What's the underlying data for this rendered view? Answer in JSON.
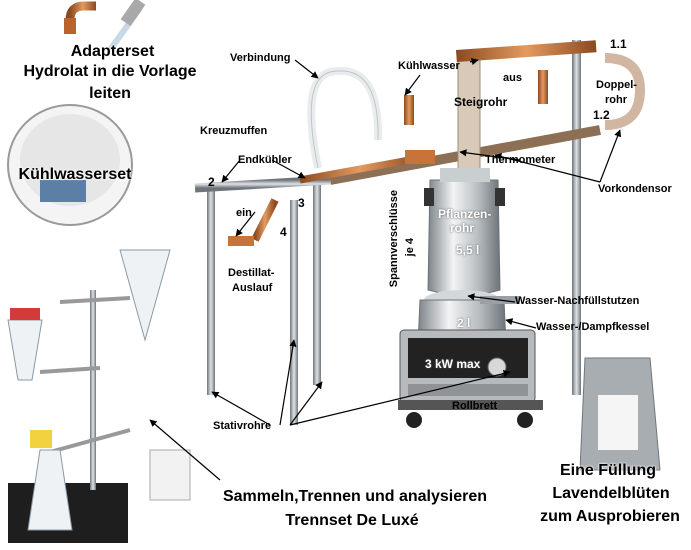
{
  "labels": {
    "adapterset": "Adapterset",
    "hydrolat": "Hydrolat in die Vorlage",
    "leiten": "leiten",
    "kuehlwasserset": "Kühlwasserset",
    "verbindung": "Verbindung",
    "kuehlwasser": "Kühlwasser",
    "aus": "aus",
    "steigrohr": "Steigrohr",
    "doppelrohr_1": "Doppel-",
    "doppelrohr_2": "rohr",
    "n11": "1.1",
    "n12": "1.2",
    "kreuzmuffen": "Kreuzmuffen",
    "endkuehler": "Endkühler",
    "thermometer": "Thermometer",
    "vorkondensor": "Vorkondensor",
    "n2": "2",
    "n3": "3",
    "n4": "4",
    "ein": "ein",
    "spannverschluesse": "Spannverschlüsse",
    "je4": "je 4",
    "pflanzenrohr_1": "Pflanzen-",
    "pflanzenrohr_2": "rohr",
    "volume_55": "5,5 l",
    "destillat_1": "Destillat-",
    "destillat_2": "Auslauf",
    "wasser_nachfuell": "Wasser-Nachfüllstutzen",
    "volume_2": "2 l",
    "wasser_dampf": "Wasser-/Dampfkessel",
    "power": "3 kW max",
    "rollbrett": "Rollbrett",
    "stativrohre": "Stativrohre",
    "sammeln_1": "Sammeln,Trennen und analysieren",
    "sammeln_2": "Trennset De Luxé",
    "fuellung_1": "Eine Füllung",
    "fuellung_2": "Lavendelblüten",
    "fuellung_3": "zum Ausprobieren"
  },
  "colors": {
    "steel": "#9aa0a6",
    "copper": "#c8733a",
    "glass": "#e8eef2",
    "black": "#1a1a1a"
  }
}
